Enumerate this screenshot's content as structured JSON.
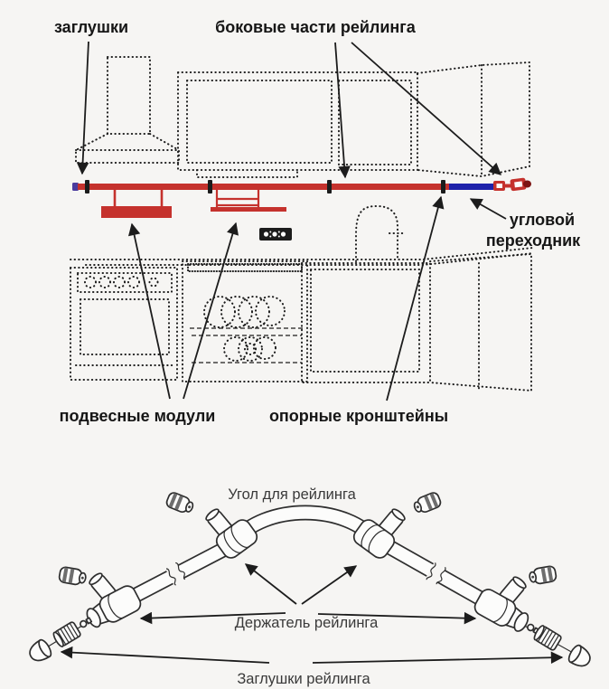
{
  "colors": {
    "background": "#f6f5f3",
    "rail_red": "#c5322d",
    "adapter_blue": "#1e22aa",
    "end_cap_purple": "#4b3c9e",
    "tip_dark_red": "#7c1412",
    "ink": "#1c1c1c",
    "sketch_gray": "#2e2e2e",
    "label_dark": "#161616",
    "label_gray": "#3a3a3a"
  },
  "top_diagram": {
    "labels": {
      "caps": "заглушки",
      "side_parts": "боковые части рейлинга",
      "corner_adapter_line1": "угловой",
      "corner_adapter_line2": "переходник",
      "hanging_modules": "подвесные модули",
      "support_brackets": "опорные кронштейны"
    }
  },
  "bottom_diagram": {
    "labels": {
      "corner": "Угол для рейлинга",
      "holder": "Держатель рейлинга",
      "caps": "Заглушки рейлинга"
    }
  }
}
